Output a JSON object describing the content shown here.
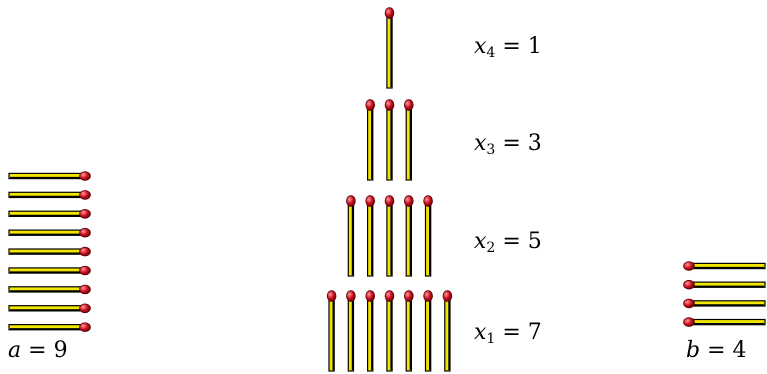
{
  "colors": {
    "match_stick": "#f2e600",
    "match_outline": "#000000",
    "match_head": "#c8101e",
    "match_head_highlight": "#ff9a9a"
  },
  "labels": {
    "a": {
      "var": "a",
      "eq": "=",
      "value": "9"
    },
    "b": {
      "var": "b",
      "eq": "=",
      "value": "4"
    },
    "x4": {
      "var": "x",
      "sub": "4",
      "eq": "=",
      "value": "1"
    },
    "x3": {
      "var": "x",
      "sub": "3",
      "eq": "=",
      "value": "3"
    },
    "x2": {
      "var": "x",
      "sub": "2",
      "eq": "=",
      "value": "5"
    },
    "x1": {
      "var": "x",
      "sub": "1",
      "eq": "=",
      "value": "7"
    }
  },
  "groups": {
    "a_count": 9,
    "b_count": 4,
    "x4_count": 1,
    "x3_count": 3,
    "x2_count": 5,
    "x1_count": 7
  }
}
